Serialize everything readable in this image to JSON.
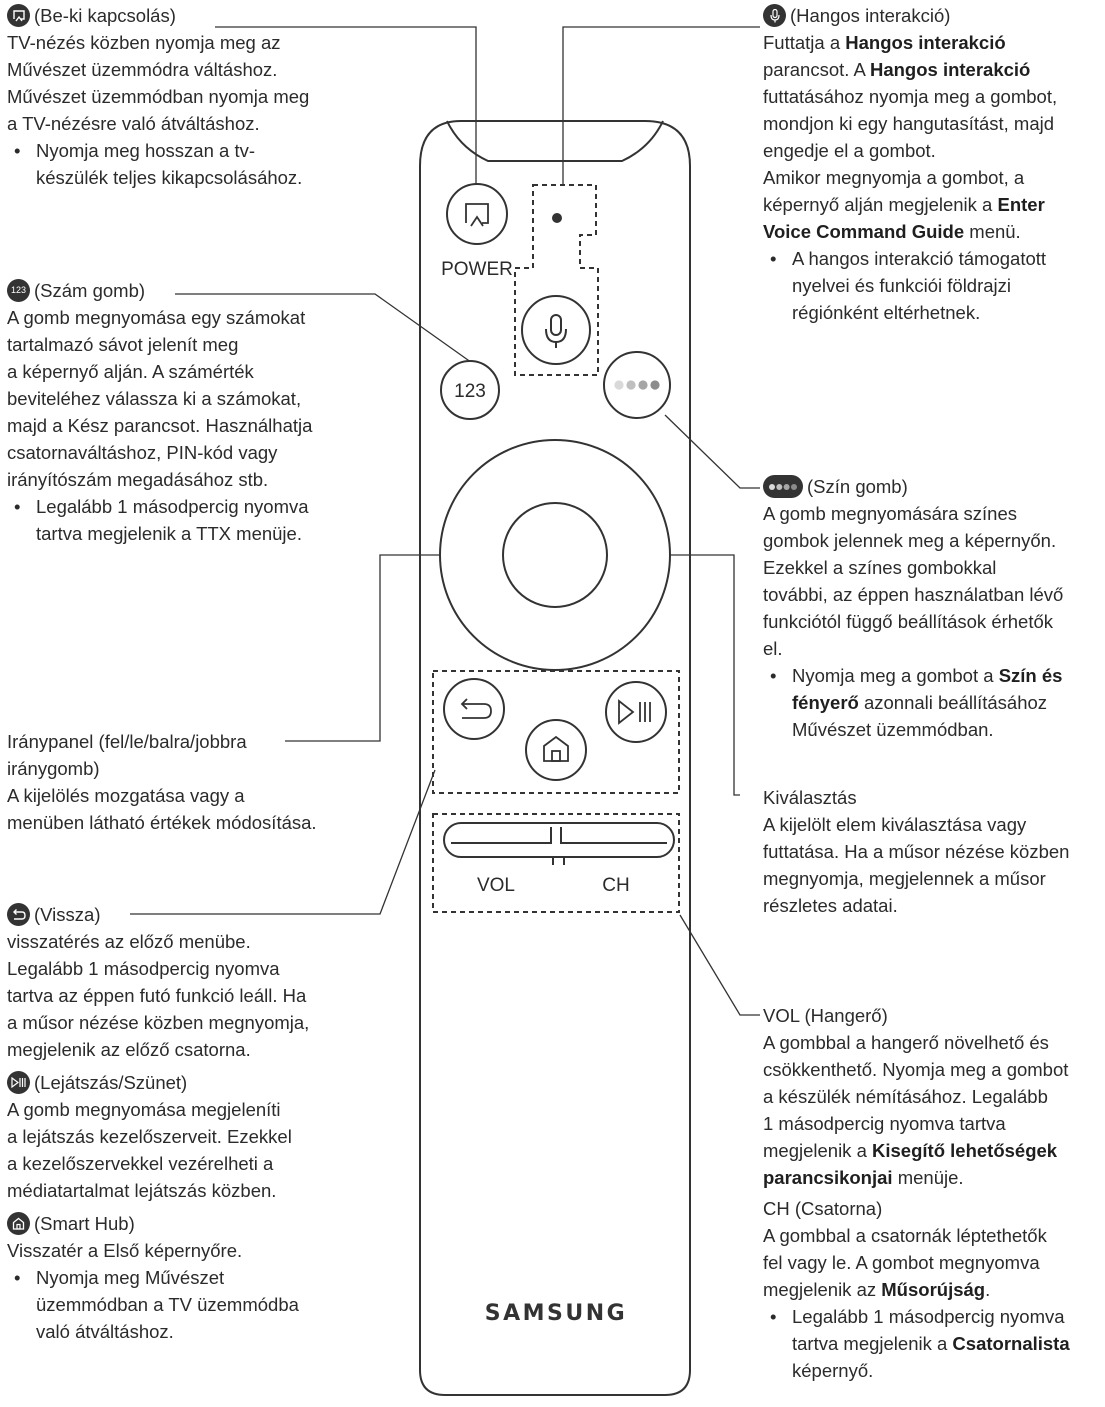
{
  "sections": {
    "power": {
      "title": "(Be-ki kapcsolás)",
      "lines": [
        "TV-nézés közben nyomja meg az",
        "Művészet üzemmódra váltáshoz.",
        "Művészet üzemmódban nyomja meg",
        "a TV-nézésre való átváltáshoz."
      ],
      "bullet": [
        "Nyomja meg hosszan a tv-",
        "készülék teljes kikapcsolásához."
      ]
    },
    "number": {
      "icon_label": "123",
      "title": "(Szám gomb)",
      "lines": [
        "A gomb megnyomása egy számokat",
        "tartalmazó sávot jelenít meg",
        "a képernyő alján. A számérték",
        "beviteléhez válassza ki a számokat,",
        "majd a Kész parancsot. Használhatja",
        "csatornaváltáshoz, PIN-kód vagy",
        "irányítószám megadásához stb."
      ],
      "bullet": [
        "Legalább 1 másodpercig nyomva",
        "tartva megjelenik a TTX menüje."
      ]
    },
    "dpad": {
      "title": [
        "Iránypanel (fel/le/balra/jobbra",
        "iránygomb)"
      ],
      "lines": [
        "A kijelölés mozgatása vagy a",
        "menüben látható értékek módosítása."
      ]
    },
    "back": {
      "title": "(Vissza)",
      "lines": [
        "visszatérés az előző menübe.",
        "Legalább 1 másodpercig nyomva",
        "tartva az éppen futó funkció leáll. Ha",
        "a műsor nézése közben megnyomja,",
        "megjelenik az előző csatorna."
      ]
    },
    "playpause": {
      "title": "(Lejátszás/Szünet)",
      "lines": [
        "A gomb megnyomása megjeleníti",
        "a lejátszás kezelőszerveit. Ezekkel",
        "a kezelőszervekkel vezérelheti a",
        "médiatartalmat lejátszás közben."
      ]
    },
    "smarthub": {
      "title": "(Smart Hub)",
      "lines": [
        "Visszatér a Első képernyőre."
      ],
      "bullet": [
        "Nyomja meg Művészet",
        "üzemmódban a TV üzemmódba",
        "való átváltáshoz."
      ]
    },
    "voice": {
      "title": "(Hangos interakció)",
      "l1a": "Futtatja a ",
      "l1b": "Hangos interakció",
      "l2a": "parancsot. A ",
      "l2b": "Hangos interakció",
      "lines": [
        "futtatásához nyomja meg a gombot,",
        "mondjon ki egy hangutasítást, majd",
        "engedje el a gombot.",
        "Amikor megnyomja a gombot, a"
      ],
      "l7a": "képernyő alján megjelenik a ",
      "l7b": "Enter",
      "l8a": "Voice Command Guide",
      "l8b": " menü.",
      "bullet": [
        "A hangos interakció támogatott",
        "nyelvei és funkciói földrajzi",
        "régiónként eltérhetnek."
      ]
    },
    "color": {
      "title": "(Szín gomb)",
      "lines": [
        "A gomb megnyomására színes",
        "gombok jelennek meg a képernyőn.",
        "Ezekkel a színes gombokkal",
        "további, az éppen használatban lévő",
        "funkciótól függő beállítások érhetők",
        "el."
      ],
      "b1a": "Nyomja meg a gombot a ",
      "b1b": "Szín és",
      "b2a": "fényerő",
      "b2b": " azonnali beállításához",
      "b3": "Művészet üzemmódban."
    },
    "select": {
      "title": "Kiválasztás",
      "lines": [
        "A kijelölt elem kiválasztása vagy",
        "futtatása. Ha a műsor nézése közben",
        "megnyomja, megjelennek a műsor",
        "részletes adatai."
      ]
    },
    "vol": {
      "title": "VOL (Hangerő)",
      "lines": [
        "A gombbal a hangerő növelhető és",
        "csökkenthető. Nyomja meg a gombot",
        "a készülék némításához. Legalább",
        "1 másodpercig nyomva tartva"
      ],
      "l5a": "megjelenik a ",
      "l5b": "Kisegítő lehetőségek",
      "l6a": "parancsikonjai",
      "l6b": " menüje."
    },
    "ch": {
      "title": "CH (Csatorna)",
      "lines": [
        "A gombbal a csatornák léptethetők",
        "fel vagy le. A gombot megnyomva"
      ],
      "l3a": "megjelenik az ",
      "l3b": "Műsorújság",
      "l3c": ".",
      "b1": "Legalább 1 másodpercig nyomva",
      "b2a": "tartva megjelenik a ",
      "b2b": "Csatornalista",
      "b3": "képernyő."
    }
  },
  "remote": {
    "power_label": "POWER",
    "num_label": "123",
    "vol_label": "VOL",
    "ch_label": "CH",
    "brand": "SAMSUNG",
    "dot_colors": [
      "#d9d9d9",
      "#bfbfbf",
      "#a6a6a6",
      "#8c8c8c"
    ]
  }
}
